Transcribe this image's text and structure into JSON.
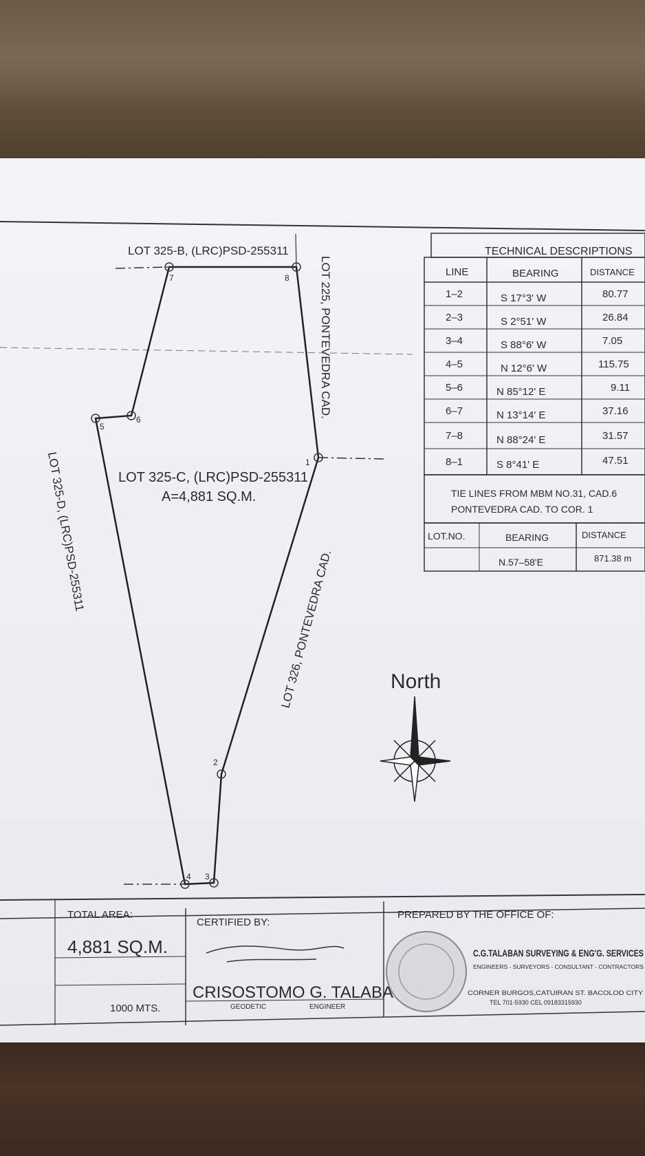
{
  "plan": {
    "lot_label": "LOT 325-C, (LRC)PSD-255311",
    "area_label": "A=4,881 SQ.M.",
    "adjoining": {
      "north": "LOT 325-B, (LRC)PSD-255311",
      "northeast": "LOT 225, PONTEVEDRA CAD.",
      "southeast": "LOT 326, PONTEVEDRA CAD.",
      "west": "LOT 325-D, (LRC)PSD-255311"
    },
    "corners": [
      "1",
      "2",
      "3",
      "4",
      "5",
      "6",
      "7",
      "8"
    ],
    "north_label": "North"
  },
  "technical": {
    "title": "TECHNICAL  DESCRIPTIONS",
    "headers": [
      "LINE",
      "BEARING",
      "DISTANCE"
    ],
    "rows": [
      {
        "line": "1–2",
        "bearing": "S  17°3'  W",
        "distance": "80.77"
      },
      {
        "line": "2–3",
        "bearing": "S  2°51'  W",
        "distance": "26.84"
      },
      {
        "line": "3–4",
        "bearing": "S  88°6'  W",
        "distance": "7.05"
      },
      {
        "line": "4–5",
        "bearing": "N  12°6'  W",
        "distance": "115.75"
      },
      {
        "line": "5–6",
        "bearing": "N  85°12'  E",
        "distance": "9.11"
      },
      {
        "line": "6–7",
        "bearing": "N  13°14'  E",
        "distance": "37.16"
      },
      {
        "line": "7–8",
        "bearing": "N  88°24'  E",
        "distance": "31.57"
      },
      {
        "line": "8–1",
        "bearing": "S  8°41'  E",
        "distance": "47.51"
      }
    ],
    "tie_line_1": "TIE  LINES  FROM  MBM NO.31, CAD.6",
    "tie_line_2": "PONTEVEDRA  CAD.  TO  COR. 1",
    "tie_headers": [
      "LOT.NO.",
      "BEARING",
      "DISTANCE"
    ],
    "tie_row": {
      "lot": "",
      "bearing": "N.57–58'E",
      "distance": "871.38 m"
    }
  },
  "footer": {
    "total_area_label": "TOTAL AREA:",
    "total_area_value": "4,881 SQ.M.",
    "scale_value": "1000 MTS.",
    "certified_label": "CERTIFIED BY:",
    "signatory": "CRISOSTOMO G. TALABAN",
    "signatory_title_1": "GEODETIC",
    "signatory_title_2": "ENGINEER",
    "prepared_label": "PREPARED BY THE OFFICE OF:",
    "firm_name": "C.G.TALABAN SURVEYING & ENG'G. SERVICES",
    "firm_tagline": "ENGINEERS - SURVEYORS - CONSULTANT - CONTRACTORS",
    "firm_address": "CORNER BURGOS,CATUIRAN ST. BACOLOD CITY",
    "firm_tel": "TEL 701-5930   CEL 09183315930"
  },
  "colors": {
    "paper": "#eef0f5",
    "ink": "#2a2a2a",
    "table_wood": "#6b5a45"
  }
}
